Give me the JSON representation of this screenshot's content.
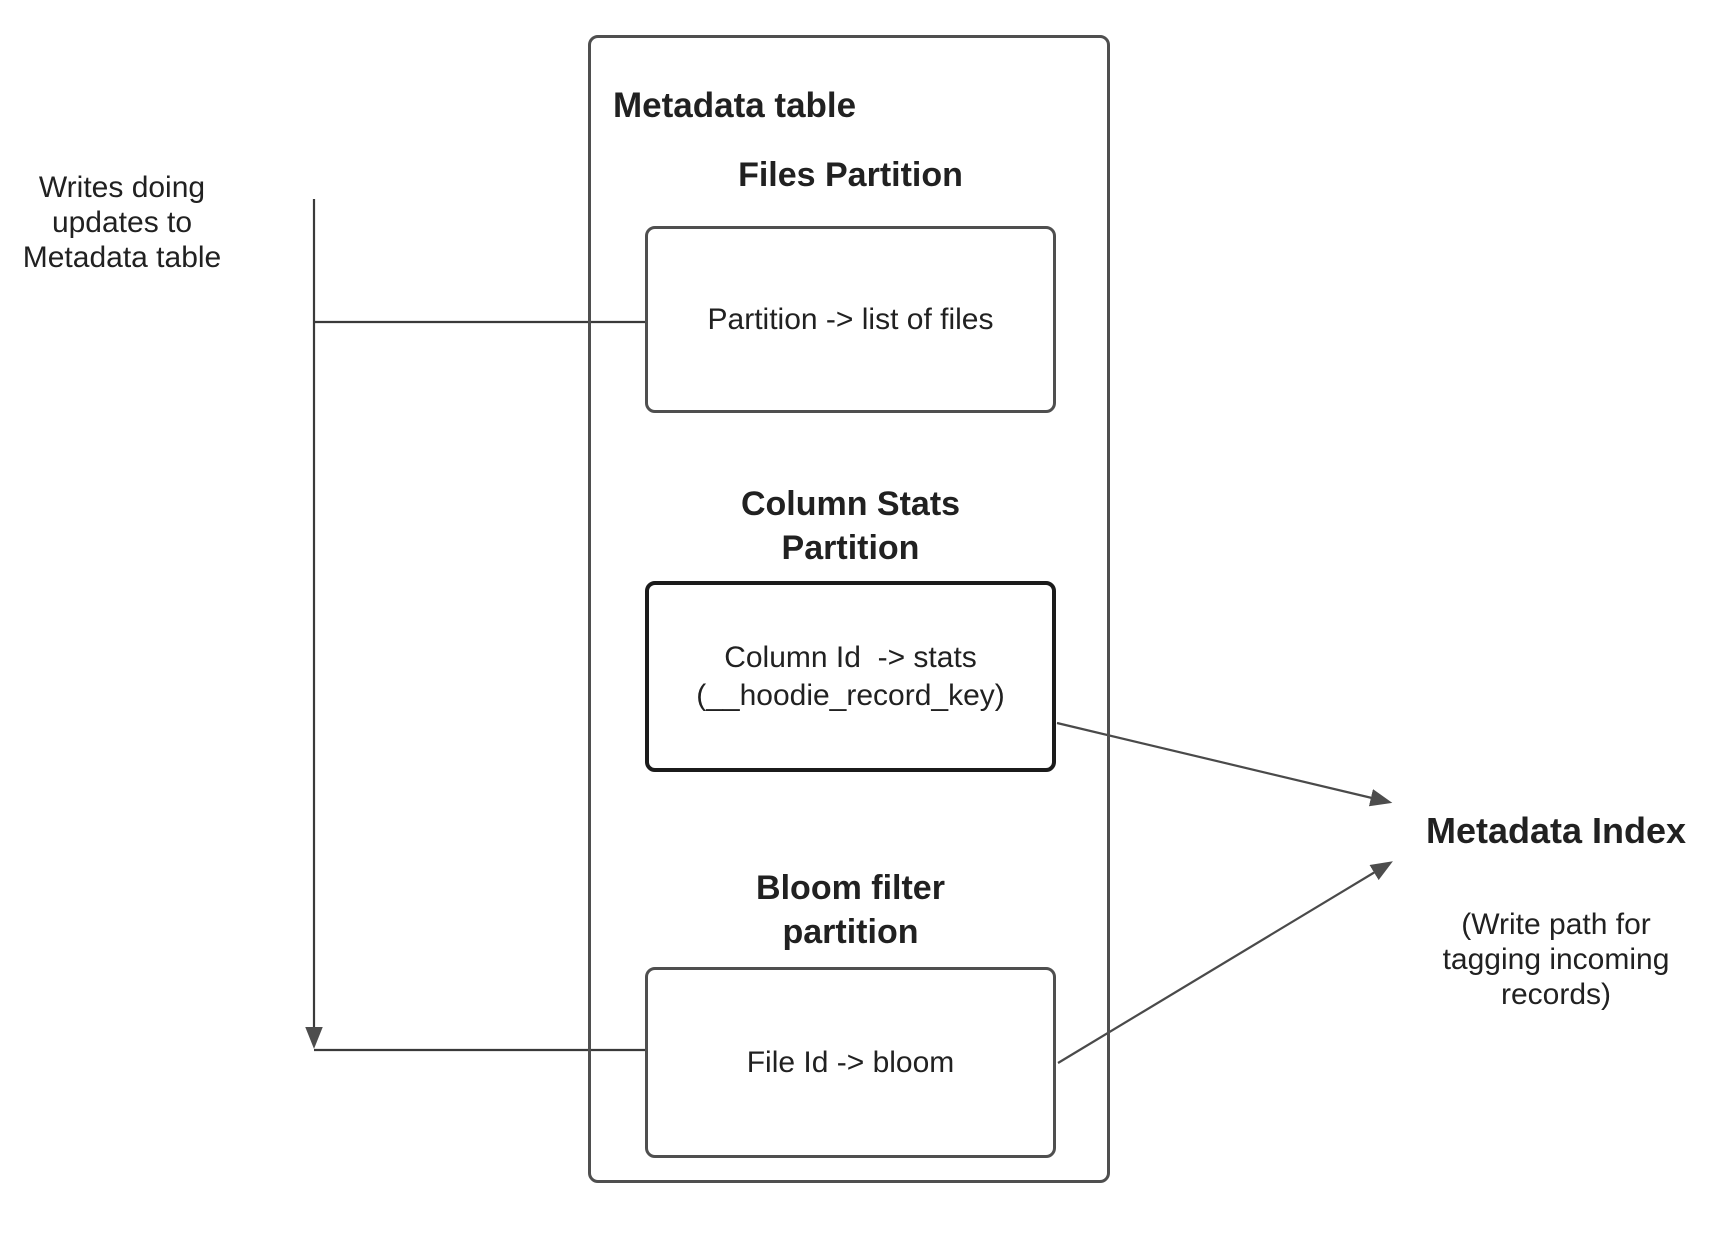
{
  "left_note": {
    "lines": [
      "Writes doing",
      "updates to",
      "Metadata table"
    ]
  },
  "metadata_table": {
    "title": "Metadata table",
    "partitions": [
      {
        "name": "files-partition",
        "heading_lines": [
          "Files Partition"
        ],
        "box_lines": [
          "Partition -> list of files"
        ]
      },
      {
        "name": "column-stats-partition",
        "heading_lines": [
          "Column Stats",
          "Partition"
        ],
        "box_lines": [
          "Column Id  -> stats",
          "(__hoodie_record_key)"
        ]
      },
      {
        "name": "bloom-filter-partition",
        "heading_lines": [
          "Bloom filter",
          "partition"
        ],
        "box_lines": [
          "File Id -> bloom"
        ]
      }
    ]
  },
  "metadata_index": {
    "title": "Metadata Index",
    "subtitle_lines": [
      "(Write path for",
      "tagging incoming",
      "records)"
    ]
  },
  "icons": {
    "down_arrowhead": "arrowhead-down-icon",
    "right_arrowheads": "arrowhead-right-icon"
  },
  "colors": {
    "background": "#ffffff",
    "box_border": "#4f4f4f",
    "emphasis_border": "#1b1b1b",
    "connector": "#3a3a3a",
    "arrowhead": "#4d4d4d",
    "text": "#212121"
  }
}
